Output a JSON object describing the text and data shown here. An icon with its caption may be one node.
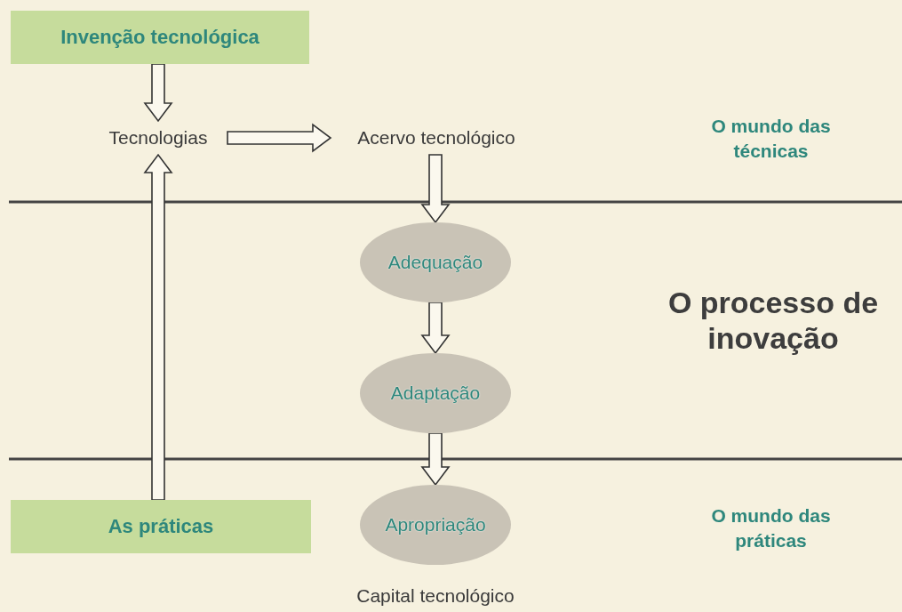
{
  "diagram": {
    "nodes": [
      {
        "text": [
          "Invenção tecnológica"
        ]
      },
      {
        "text": [
          "Tecnologias"
        ]
      },
      {
        "text": [
          "Acervo tecnológico"
        ]
      },
      {
        "text": [
          "Adequação"
        ]
      },
      {
        "text": [
          "Adaptação"
        ]
      },
      {
        "text": [
          "Apropriação"
        ],
        "beside": [
          "Capital tecnológico"
        ]
      },
      {
        "text": [
          "As práticas"
        ]
      }
    ],
    "edges": [
      {
        "from": 0,
        "to": 1,
        "arrow": "to"
      },
      {
        "from": 1,
        "to": 2,
        "arrow": "to"
      },
      {
        "from": 2,
        "to": 3,
        "arrow": "to"
      },
      {
        "from": 3,
        "to": 4,
        "arrow": "to"
      },
      {
        "from": 4,
        "to": 5,
        "arrow": "to"
      },
      {
        "from": 6,
        "to": 1,
        "arrow": "to"
      }
    ],
    "labels": [
      "O mundo das técnicas",
      "O processo de inovação",
      "O mundo das práticas"
    ]
  }
}
